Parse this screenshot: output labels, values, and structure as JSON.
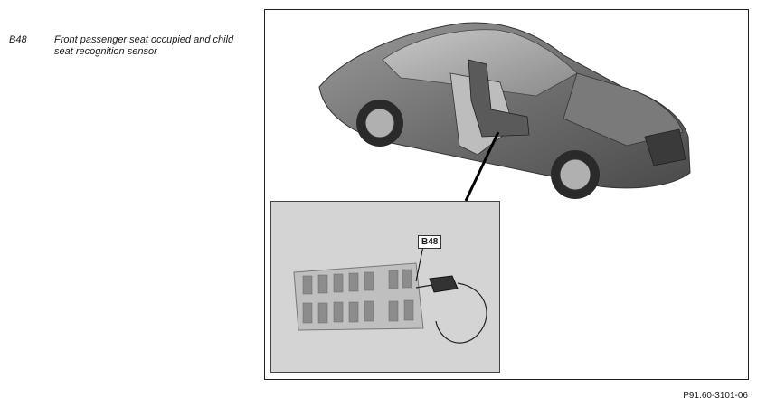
{
  "legend": {
    "code": "B48",
    "description": "Front passenger seat occupied and child seat recognition sensor"
  },
  "figure": {
    "callout": "B48",
    "id": "P91.60-3101-06"
  }
}
